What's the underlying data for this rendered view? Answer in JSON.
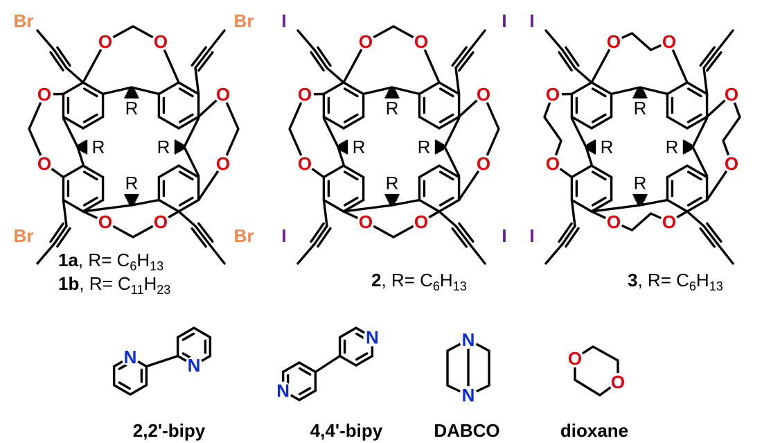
{
  "colors": {
    "oxygen": "#e8000b",
    "bromine": "#f4874b",
    "iodine": "#6a1b9a",
    "nitrogen": "#0a2bd6",
    "bond": "#000000"
  },
  "atoms": {
    "O": "O",
    "N": "N",
    "Br": "Br",
    "I": "I",
    "R": "R"
  },
  "compound_1": {
    "caption_a_num": "1a",
    "caption_a_rest": ", R= C",
    "caption_a_sub1": "6",
    "caption_a_mid": "H",
    "caption_a_sub2": "13",
    "caption_b_num": "1b",
    "caption_b_rest": ", R= C",
    "caption_b_sub1": "11",
    "caption_b_mid": "H",
    "caption_b_sub2": "23"
  },
  "compound_2": {
    "caption_num": "2",
    "caption_rest": ", R= C",
    "caption_sub1": "6",
    "caption_mid": "H",
    "caption_sub2": "13"
  },
  "compound_3": {
    "caption_num": "3",
    "caption_rest": ", R= C",
    "caption_sub1": "6",
    "caption_mid": "H",
    "caption_sub2": "13"
  },
  "guests": [
    {
      "label": "2,2'-bipy"
    },
    {
      "label": "4,4'-bipy"
    },
    {
      "label": "DABCO"
    },
    {
      "label": "dioxane"
    }
  ]
}
